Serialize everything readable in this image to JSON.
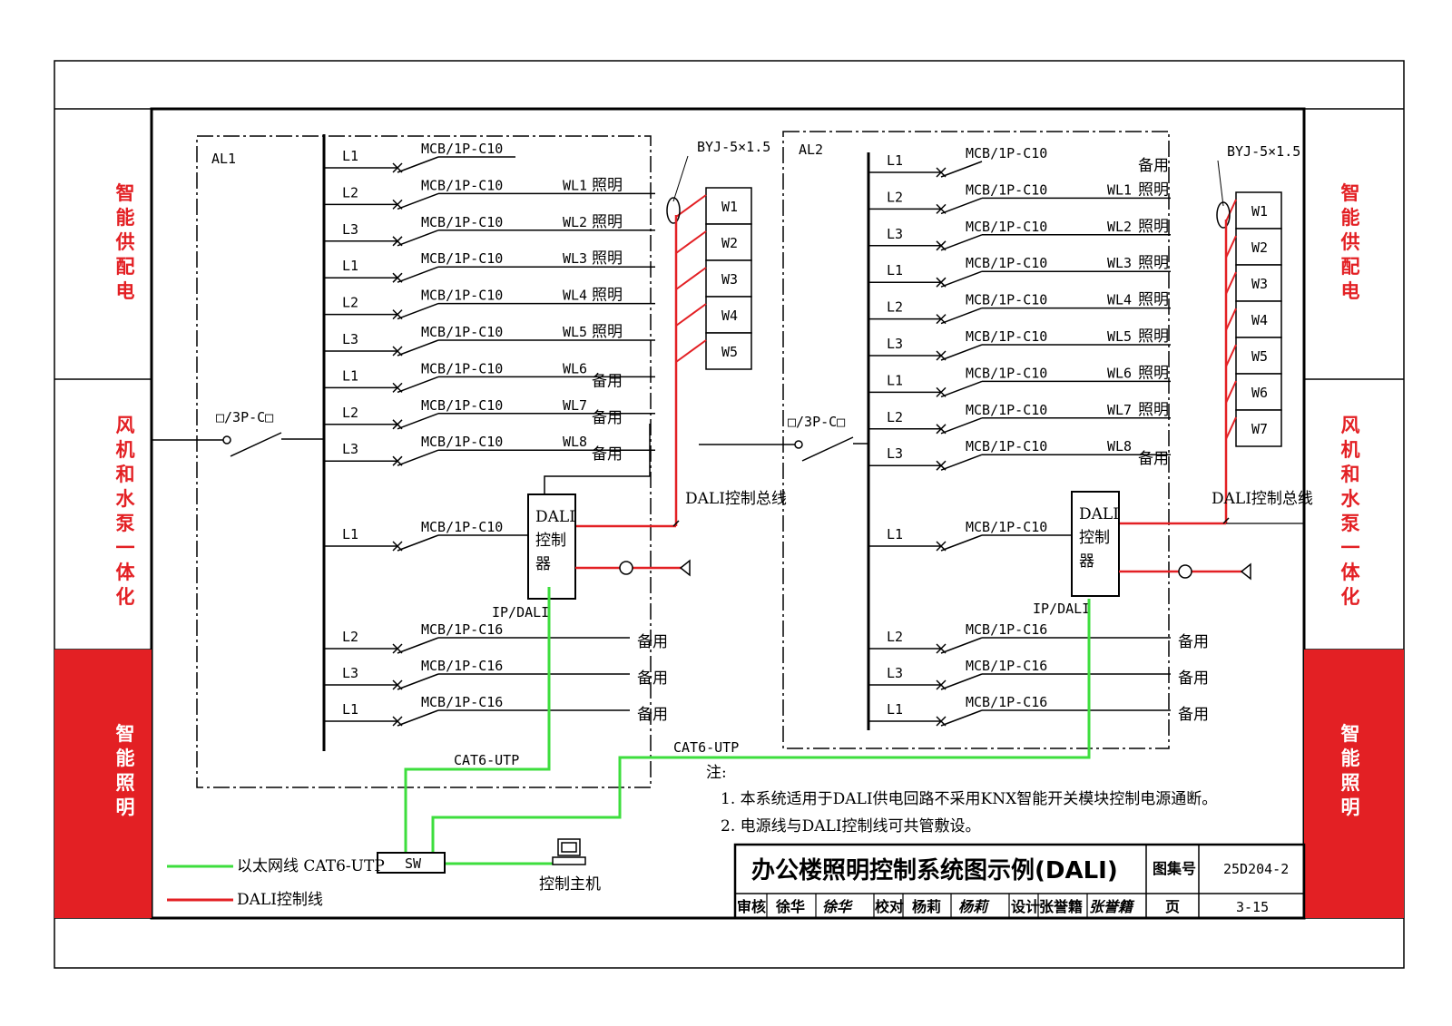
{
  "side_labels": {
    "left": [
      "智能供配电",
      "风机和水泵一体化",
      "智能照明"
    ],
    "right": [
      "智能供配电",
      "风机和水泵一体化",
      "智能照明"
    ]
  },
  "colors": {
    "dali": "#e32024",
    "ethernet": "#3dde3d",
    "side_text": "#e32024",
    "side_active_bg": "#e32024",
    "side_active_text": "#ffffff"
  },
  "panels": [
    {
      "name": "AL1",
      "main_switch": "□/3P-C□",
      "cable": "BYJ-5×1.5",
      "circuits": [
        {
          "phase": "L1",
          "breaker": "MCB/1P-C10",
          "wl": "",
          "use": ""
        },
        {
          "phase": "L2",
          "breaker": "MCB/1P-C10",
          "wl": "WL1",
          "use": "照明"
        },
        {
          "phase": "L3",
          "breaker": "MCB/1P-C10",
          "wl": "WL2",
          "use": "照明"
        },
        {
          "phase": "L1",
          "breaker": "MCB/1P-C10",
          "wl": "WL3",
          "use": "照明"
        },
        {
          "phase": "L2",
          "breaker": "MCB/1P-C10",
          "wl": "WL4",
          "use": "照明"
        },
        {
          "phase": "L3",
          "breaker": "MCB/1P-C10",
          "wl": "WL5",
          "use": "照明"
        },
        {
          "phase": "L1",
          "breaker": "MCB/1P-C10",
          "wl": "WL6",
          "use": "备用"
        },
        {
          "phase": "L2",
          "breaker": "MCB/1P-C10",
          "wl": "WL7",
          "use": "备用"
        },
        {
          "phase": "L3",
          "breaker": "MCB/1P-C10",
          "wl": "WL8",
          "use": "备用"
        }
      ],
      "controller_feed": {
        "phase": "L1",
        "breaker": "MCB/1P-C10"
      },
      "spares": [
        {
          "phase": "L2",
          "breaker": "MCB/1P-C16",
          "use": "备用"
        },
        {
          "phase": "L3",
          "breaker": "MCB/1P-C16",
          "use": "备用"
        },
        {
          "phase": "L1",
          "breaker": "MCB/1P-C16",
          "use": "备用"
        }
      ],
      "terminals": [
        "W1",
        "W2",
        "W3",
        "W4",
        "W5"
      ],
      "controller": [
        "DALI",
        "控制",
        "器"
      ],
      "ip_label": "IP/DALI",
      "bus_label": "DALI控制总线",
      "cat_label": "CAT6-UTP"
    },
    {
      "name": "AL2",
      "main_switch": "□/3P-C□",
      "cable": "BYJ-5×1.5",
      "circuits": [
        {
          "phase": "L1",
          "breaker": "MCB/1P-C10",
          "wl": "",
          "use": "备用"
        },
        {
          "phase": "L2",
          "breaker": "MCB/1P-C10",
          "wl": "WL1",
          "use": "照明"
        },
        {
          "phase": "L3",
          "breaker": "MCB/1P-C10",
          "wl": "WL2",
          "use": "照明"
        },
        {
          "phase": "L1",
          "breaker": "MCB/1P-C10",
          "wl": "WL3",
          "use": "照明"
        },
        {
          "phase": "L2",
          "breaker": "MCB/1P-C10",
          "wl": "WL4",
          "use": "照明"
        },
        {
          "phase": "L3",
          "breaker": "MCB/1P-C10",
          "wl": "WL5",
          "use": "照明"
        },
        {
          "phase": "L1",
          "breaker": "MCB/1P-C10",
          "wl": "WL6",
          "use": "照明"
        },
        {
          "phase": "L2",
          "breaker": "MCB/1P-C10",
          "wl": "WL7",
          "use": "照明"
        },
        {
          "phase": "L3",
          "breaker": "MCB/1P-C10",
          "wl": "WL8",
          "use": "备用"
        }
      ],
      "controller_feed": {
        "phase": "L1",
        "breaker": "MCB/1P-C10"
      },
      "spares": [
        {
          "phase": "L2",
          "breaker": "MCB/1P-C16",
          "use": "备用"
        },
        {
          "phase": "L3",
          "breaker": "MCB/1P-C16",
          "use": "备用"
        },
        {
          "phase": "L1",
          "breaker": "MCB/1P-C16",
          "use": "备用"
        }
      ],
      "terminals": [
        "W1",
        "W2",
        "W3",
        "W4",
        "W5",
        "W6",
        "W7"
      ],
      "controller": [
        "DALI",
        "控制",
        "器"
      ],
      "ip_label": "IP/DALI",
      "bus_label": "DALI控制总线",
      "cat_label": "CAT6-UTP"
    }
  ],
  "network": {
    "switch": "SW",
    "host": "控制主机"
  },
  "legend": [
    {
      "label": "以太网线 CAT6-UTP",
      "color": "ethernet"
    },
    {
      "label": "DALI控制线",
      "color": "dali"
    }
  ],
  "notes": {
    "title": "注:",
    "items": [
      "1. 本系统适用于DALI供电回路不采用KNX智能开关模块控制电源通断。",
      "2. 电源线与DALI控制线可共管敷设。"
    ]
  },
  "title_block": {
    "title": "办公楼照明控制系统图示例(DALI)",
    "atlas_label": "图集号",
    "atlas_no": "25D204-2",
    "review_label": "审核",
    "reviewer": "徐华",
    "review_sign": "徐华",
    "check_label": "校对",
    "checker": "杨莉",
    "check_sign": "杨莉",
    "design_label": "设计",
    "designer": "张誉籍",
    "design_sign": "张誉籍",
    "page_label": "页",
    "page_no": "3-15"
  }
}
